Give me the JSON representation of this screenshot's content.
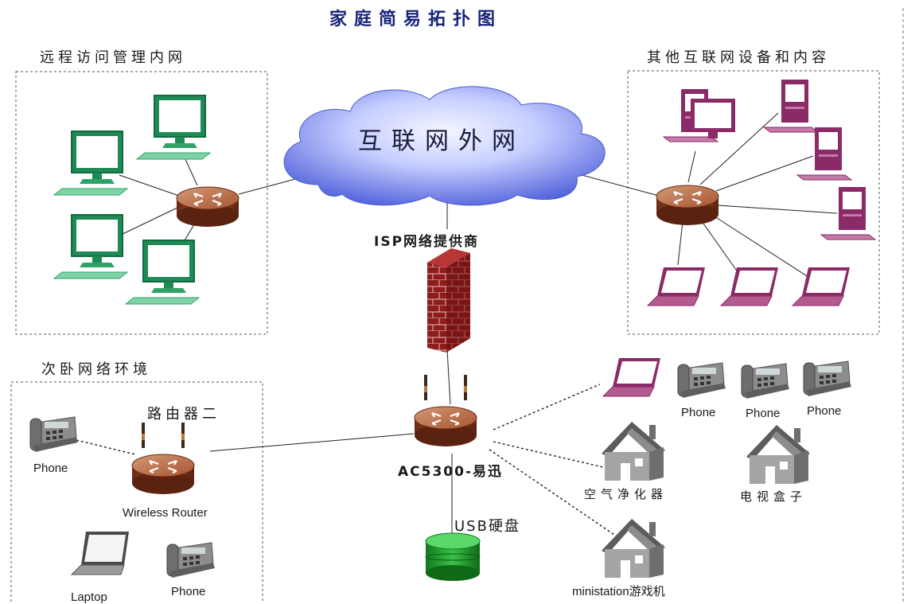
{
  "title": "家庭简易拓扑图",
  "sections": {
    "remote": "远程访问管理内网",
    "internet_devices": "其他互联网设备和内容",
    "bedroom": "次卧网络环境"
  },
  "cloud_label": "互联网外网",
  "isp_label": "ISP网络提供商",
  "main_router_label": "AC5300-易迅",
  "router2_title": "路由器二",
  "router2_label": "Wireless Router",
  "usb_label": "USB硬盘",
  "bedroom_devices": {
    "phone1": "Phone",
    "laptop": "Laptop",
    "phone2": "Phone"
  },
  "home_devices": {
    "phone_a": "Phone",
    "phone_b": "Phone",
    "phone_c": "Phone",
    "air_purifier": "空气净化器",
    "tv_box": "电视盒子",
    "game_console": "ministation游戏机"
  },
  "colors": {
    "title": "#16247a",
    "router": "#8a3a1e",
    "cloud": "#6a7ae6",
    "firewall": "#8b1a1a",
    "green_pc": "#2fa366",
    "purple_pc": "#8a2a66",
    "house": "#7f7f7f",
    "disk": "#1f9a2a"
  },
  "icons": [
    "router-icon",
    "cloud-icon",
    "firewall-icon",
    "monitor-icon",
    "laptop-icon",
    "phone-icon",
    "house-icon",
    "disk-icon"
  ]
}
